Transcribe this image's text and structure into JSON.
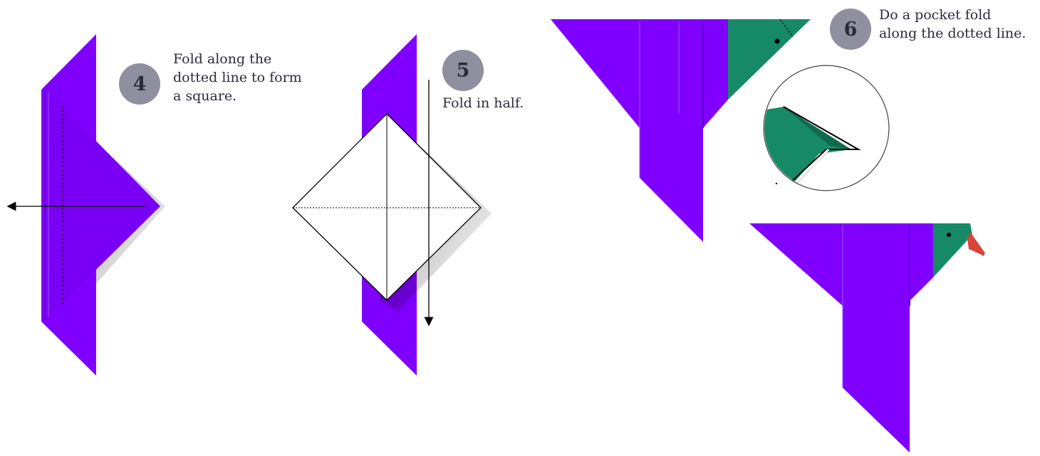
{
  "colors": {
    "paper_purple": "#8000ff",
    "paper_purple_dark": "#6a00d8",
    "head_green": "#168a66",
    "beak_red": "#d84438",
    "badge_gray": "#8f8f9f"
  },
  "steps": [
    {
      "number": "4",
      "text_lines": [
        "Fold along the",
        "dotted line to form",
        "a square."
      ]
    },
    {
      "number": "5",
      "text_lines": [
        "Fold in half."
      ]
    },
    {
      "number": "6",
      "text_lines": [
        "Do a pocket fold",
        "along the dotted line."
      ]
    }
  ]
}
